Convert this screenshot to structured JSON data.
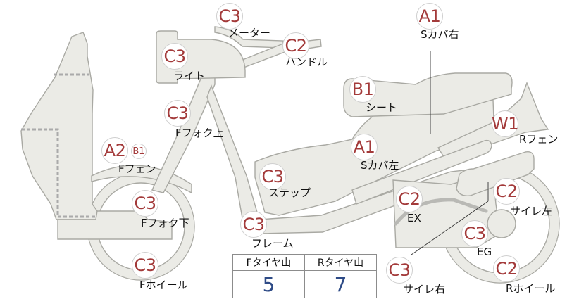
{
  "colors": {
    "badge_text": "#a33a3a",
    "value_text": "#2d4a86",
    "part_fill": "#ebebe6",
    "part_stroke": "#a9a9a3"
  },
  "parts": {
    "meter": {
      "grade": "C3",
      "label": "メーター"
    },
    "s_cover_r": {
      "grade": "A1",
      "label": "Sカバ右"
    },
    "handle": {
      "grade": "C2",
      "label": "ハンドル"
    },
    "light": {
      "grade": "C3",
      "label": "ライト"
    },
    "seat": {
      "grade": "B1",
      "label": "シート"
    },
    "f_fork_up": {
      "grade": "C3",
      "label": "Fフォク上"
    },
    "r_fender": {
      "grade": "W1",
      "label": "Rフェン"
    },
    "f_fender": {
      "grade": "A2",
      "grade_sub": "B1",
      "label": "Fフェン"
    },
    "s_cover_l": {
      "grade": "A1",
      "label": "Sカバ左"
    },
    "step": {
      "grade": "C3",
      "label": "ステップ"
    },
    "f_fork_down": {
      "grade": "C3",
      "label": "Fフォク下"
    },
    "ex": {
      "grade": "C2",
      "label": "EX"
    },
    "muffler_l": {
      "grade": "C2",
      "label": "サイレ左"
    },
    "frame": {
      "grade": "C3",
      "label": "フレーム"
    },
    "eg": {
      "grade": "C3",
      "label": "EG"
    },
    "f_wheel": {
      "grade": "C3",
      "label": "Fホイール"
    },
    "muffler_r": {
      "grade": "C3",
      "label": "サイレ右"
    },
    "r_wheel": {
      "grade": "C2",
      "label": "Rホイール"
    }
  },
  "tire_table": {
    "headers": [
      "Fタイヤ山",
      "Rタイヤ山"
    ],
    "values": [
      "5",
      "7"
    ]
  }
}
